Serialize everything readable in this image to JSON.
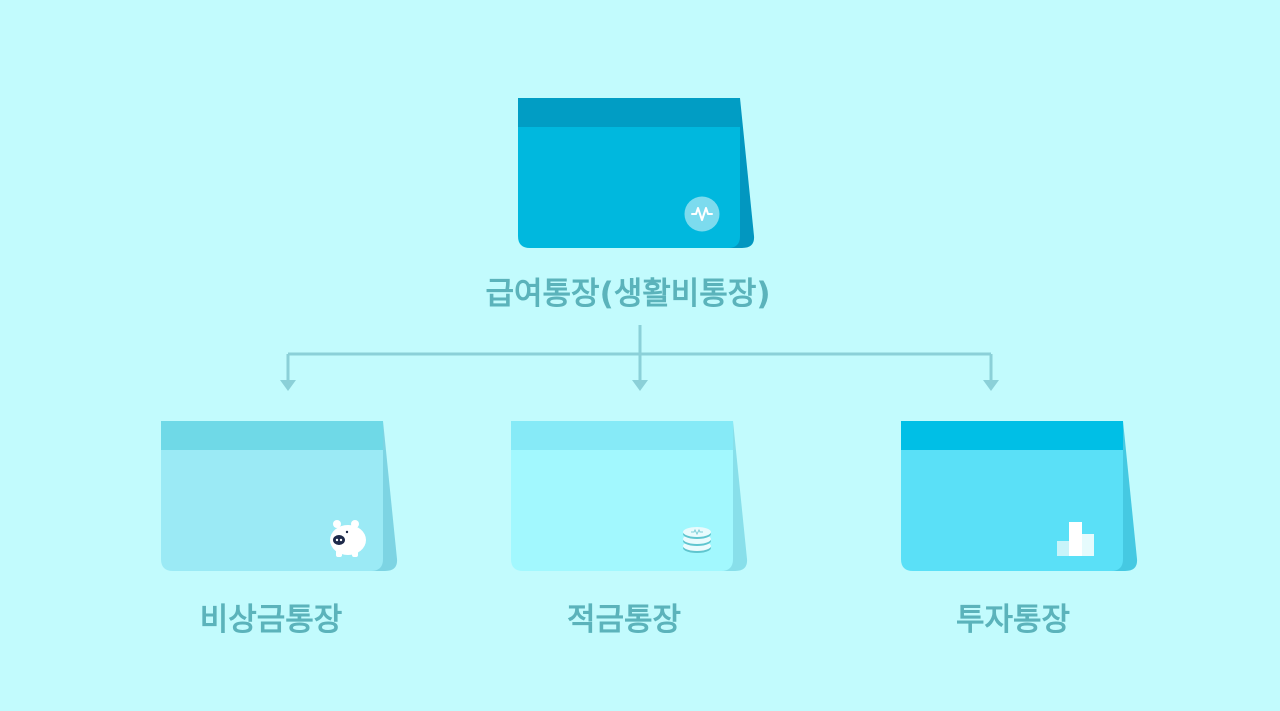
{
  "diagram": {
    "root": {
      "label": "급여통장(생활비통장)",
      "icon": "won-coin-icon",
      "colors": {
        "body": "#00b8de",
        "top": "#019dc4",
        "back": "#0297c0"
      }
    },
    "children": [
      {
        "label": "비상금통장",
        "icon": "piggy-bank-icon",
        "colors": {
          "body": "#9beaf5",
          "top": "#6fd9e7",
          "back": "#7dd4e3"
        }
      },
      {
        "label": "적금통장",
        "icon": "coin-stack-icon",
        "colors": {
          "body": "#a2f8fe",
          "top": "#86eaf7",
          "back": "#88dfea"
        }
      },
      {
        "label": "투자통장",
        "icon": "bar-chart-icon",
        "colors": {
          "body": "#5ae0f7",
          "top": "#00bfe6",
          "back": "#45c9e2"
        }
      }
    ],
    "connector_color": "#8bd0d8",
    "label_color": "#5bb3bb"
  }
}
